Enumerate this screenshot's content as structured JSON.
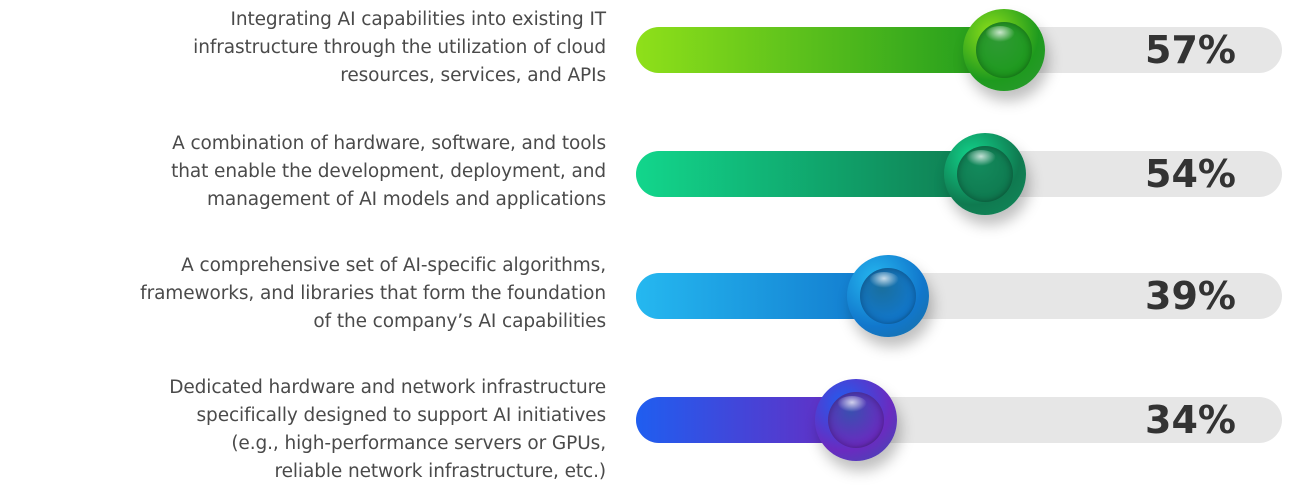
{
  "chart_data": {
    "type": "bar",
    "orientation": "horizontal",
    "categories": [
      "Integrating AI capabilities into existing IT infrastructure through the utilization of cloud resources, services, and APIs",
      "A combination of hardware, software, and tools that enable the development, deployment, and management of AI models and applications",
      "A comprehensive set of AI-specific algorithms, frameworks, and libraries that form the foundation of the company’s AI capabilities",
      "Dedicated hardware and network infrastructure specifically designed to support AI initiatives (e.g., high-performance servers or GPUs, reliable network infrastructure, etc.)"
    ],
    "label_lines": [
      [
        "Integrating AI capabilities into existing IT",
        "infrastructure through the utilization of cloud",
        "resources, services, and APIs"
      ],
      [
        "A combination of hardware, software, and tools",
        "that enable the development, deployment, and",
        "management of AI models and applications"
      ],
      [
        "A comprehensive set of AI-specific algorithms,",
        "frameworks, and libraries that form the foundation",
        "of the company’s AI capabilities"
      ],
      [
        "Dedicated hardware and network infrastructure",
        "specifically designed to support AI initiatives",
        "(e.g., high-performance servers or GPUs,",
        "reliable network infrastructure, etc.)"
      ]
    ],
    "values": [
      57,
      54,
      39,
      34
    ],
    "value_labels": [
      "57%",
      "54%",
      "39%",
      "34%"
    ],
    "xlim": [
      0,
      100
    ],
    "grid": false,
    "legend": "none",
    "colors": [
      {
        "start": "#8fe01a",
        "end": "#1e9a1e",
        "ball": "#2e9a33"
      },
      {
        "start": "#12d68c",
        "end": "#0f7a50",
        "ball": "#138a5c"
      },
      {
        "start": "#25b8f0",
        "end": "#1177cc",
        "ball": "#1a6f9e"
      },
      {
        "start": "#1f5ef0",
        "end": "#6a2bc0",
        "ball": "#3a4fb0"
      }
    ]
  }
}
